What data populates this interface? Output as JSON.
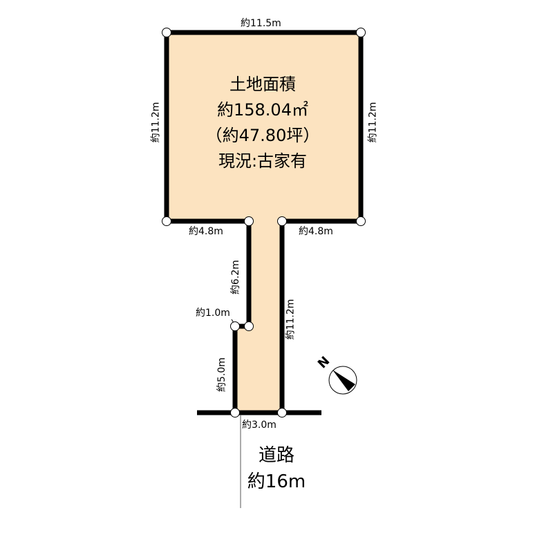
{
  "plot": {
    "fill_color": "#fce3c0",
    "outline_color": "#000000",
    "area_title": "土地面積",
    "area_sqm": "約158.04㎡",
    "area_tsubo": "（約47.80坪）",
    "status": "現況:古家有"
  },
  "dimensions": {
    "top": "約11.5m",
    "left": "約11.2m",
    "right": "約11.2m",
    "mid_left": "約4.8m",
    "mid_right": "約4.8m",
    "pole_left_upper": "約6.2m",
    "jog": "約1.0m",
    "pole_right": "約11.2m",
    "pole_left_lower": "約5.0m",
    "frontage": "約3.0m"
  },
  "road": {
    "label": "道路",
    "width": "約16m"
  },
  "compass": {
    "label": "N",
    "icon": "north-arrow-icon"
  }
}
